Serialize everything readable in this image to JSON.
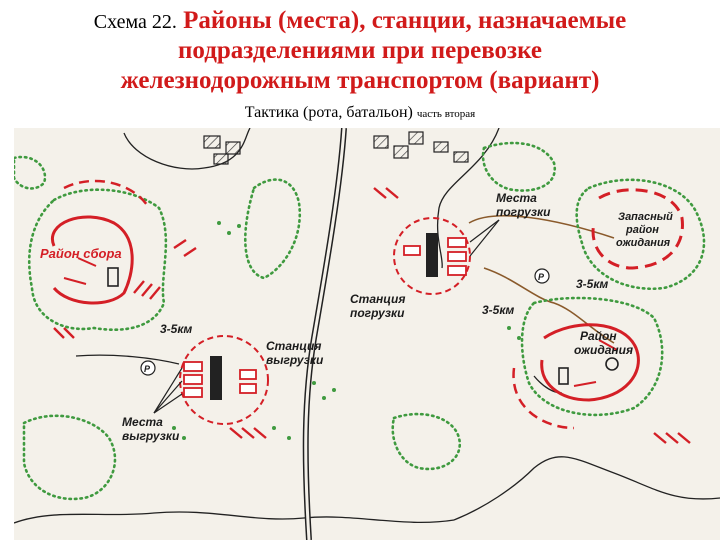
{
  "header": {
    "prefix": "Схема 22.",
    "title_line1": "Районы (места), станции, назначаемые",
    "title_line2": "подразделениями при перевозке",
    "title_line3": "железнодорожным транспортом (вариант)",
    "subtitle": "Тактика (рота, батальон)",
    "subtitle_small": "часть вторая"
  },
  "map": {
    "labels": {
      "assembly_area": "Район сбора",
      "loading_places_1": "Места",
      "loading_places_2": "погрузки",
      "reserve_area_1": "Запасный",
      "reserve_area_2": "район",
      "reserve_area_3": "ожидания",
      "loading_station_1": "Станция",
      "loading_station_2": "погрузки",
      "unloading_station_1": "Станция",
      "unloading_station_2": "выгрузки",
      "unloading_places_1": "Места",
      "unloading_places_2": "выгрузки",
      "waiting_area_1": "Район",
      "waiting_area_2": "ожидания",
      "dist_left": "3-5км",
      "dist_center": "3-5км",
      "dist_right": "3-5км",
      "marker_r": "Р"
    },
    "colors": {
      "red": "#d41f26",
      "forest": "#3f9a3f",
      "rail": "#1a1a1a",
      "road": "#8a5a2b",
      "paper": "#f4f1ea"
    }
  }
}
